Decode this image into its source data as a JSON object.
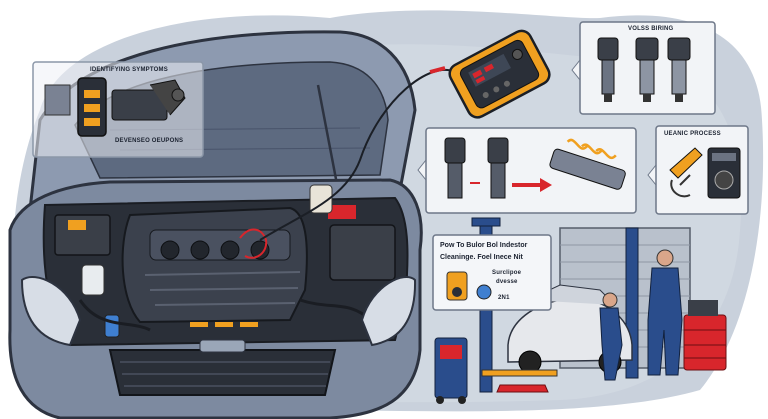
{
  "labels": {
    "identifying_symptoms": "IDENTIFYING SYMPTOMS",
    "diagnostic_checks": "DEVENSEO OEUPONS",
    "voltage_sensing": "VOLSS BIRING",
    "cleaning_process": "UEANIC PROCESS",
    "guide_title_line1": "Pow To Bulor Bol Indestor",
    "guide_title_line2": "Cleaninge. Foel Inece Nit",
    "guide_item1": "Surclipoe",
    "guide_item2": "dvesse",
    "guide_item3": "2N1"
  },
  "colors": {
    "background_wash": "#c9d1dc",
    "car_body": "#7d8aa0",
    "engine_dark": "#2a2f38",
    "accent_orange": "#f0a020",
    "accent_red": "#d8262c",
    "panel_bg": "#f2f4f7",
    "lift_blue": "#2a4d8c"
  }
}
